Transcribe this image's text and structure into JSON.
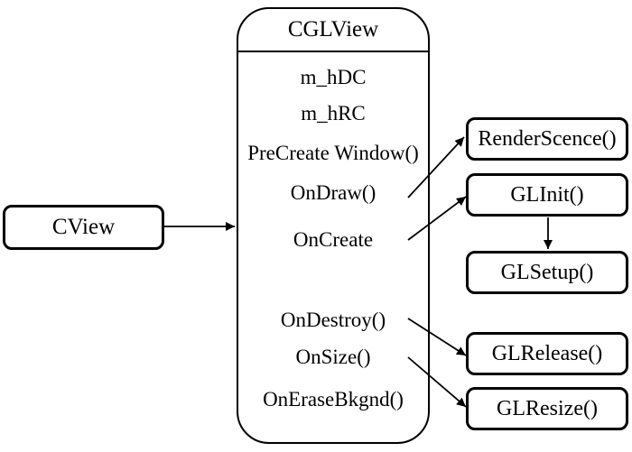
{
  "diagram": {
    "cview": {
      "label": "CView"
    },
    "cglview": {
      "title": "CGLView",
      "members": [
        "m_hDC",
        "m_hRC",
        "PreCreate Window()",
        "OnDraw()",
        "OnCreate",
        "OnDestroy()",
        "OnSize()",
        "OnEraseBkgnd()"
      ]
    },
    "callouts": [
      {
        "label": "RenderScence()"
      },
      {
        "label": "GLInit()"
      },
      {
        "label": "GLSetup()"
      },
      {
        "label": "GLRelease()"
      },
      {
        "label": "GLResize()"
      }
    ],
    "connections": [
      {
        "from": "CView",
        "to": "CGLView"
      },
      {
        "from": "OnDraw()",
        "to": "RenderScence()"
      },
      {
        "from": "OnCreate",
        "to": "GLInit()"
      },
      {
        "from": "GLInit()",
        "to": "GLSetup()"
      },
      {
        "from": "OnDestroy()",
        "to": "GLRelease()"
      },
      {
        "from": "OnSize()",
        "to": "GLResize()"
      }
    ],
    "colors": {
      "line": "#000000",
      "text": "#000000",
      "background": "#ffffff",
      "box_fill": "#ffffff"
    }
  }
}
